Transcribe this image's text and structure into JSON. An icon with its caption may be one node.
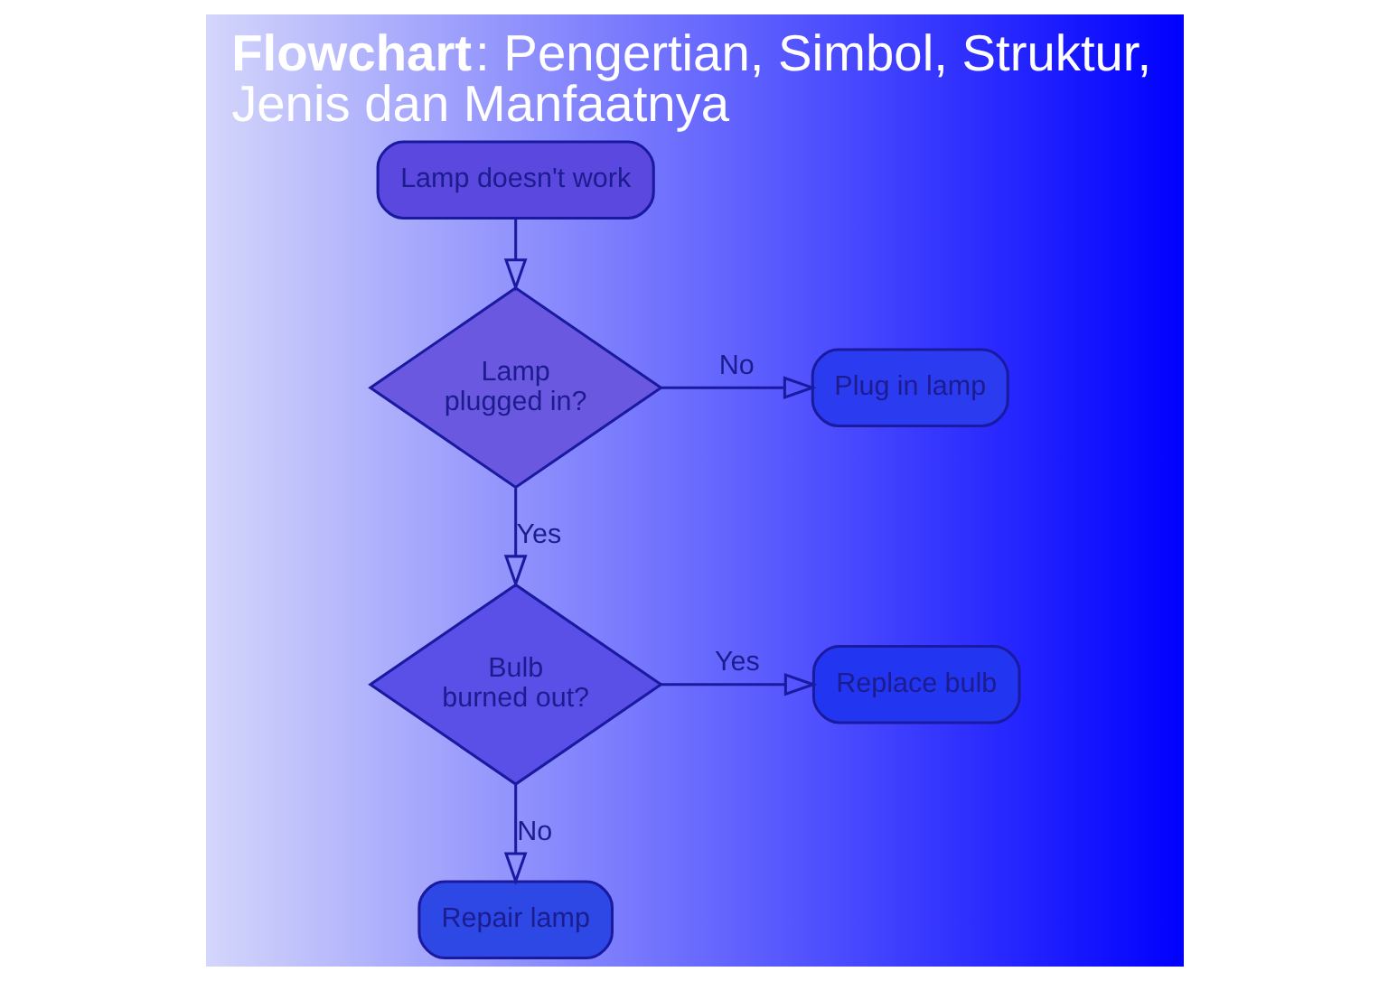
{
  "diagram": {
    "title": "**Flowchart**: Pengertian, Simbol, Struktur, Jenis dan Manfaatnya",
    "nodes": [
      {
        "text": [
          "Lamp doesn't work"
        ]
      },
      {
        "text": [
          "Lamp plugged in?"
        ]
      },
      {
        "text": [
          "Plug in lamp"
        ]
      },
      {
        "text": [
          "Bulb burned out?"
        ]
      },
      {
        "text": [
          "Replace bulb"
        ]
      },
      {
        "text": [
          "Repair lamp"
        ]
      }
    ],
    "edges": [
      {
        "from": 0,
        "to": 1,
        "arrow": "to"
      },
      {
        "from": 1,
        "to": 2,
        "label": "No",
        "arrow": "to"
      },
      {
        "from": 1,
        "to": 3,
        "label": "Yes",
        "arrow": "to"
      },
      {
        "from": 3,
        "to": 4,
        "label": "Yes",
        "arrow": "to"
      },
      {
        "from": 3,
        "to": 5,
        "label": "No",
        "arrow": "to"
      }
    ]
  }
}
